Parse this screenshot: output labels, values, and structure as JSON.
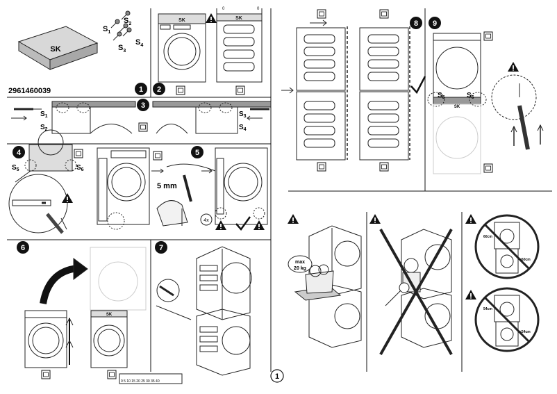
{
  "product": {
    "kit_label": "SK",
    "part_number": "2961460039"
  },
  "screws": {
    "s1": "S",
    "s1_sub": "1",
    "s2": "S",
    "s2_sub": "2",
    "s3": "S",
    "s3_sub": "3",
    "s4": "S",
    "s4_sub": "4"
  },
  "steps": {
    "s1": "1",
    "s2": "2",
    "s3": "3",
    "s4": "4",
    "s5": "5",
    "s6": "6",
    "s7": "7",
    "s8": "8",
    "s9": "9"
  },
  "labels": {
    "s5": "S",
    "s5_sub": "5",
    "s6": "S",
    "s6_sub": "6",
    "sk": "SK",
    "gap_mm": "5 mm",
    "count": "4x",
    "max_load_1": "max",
    "max_load_2": "20 kg",
    "w60": "60cm",
    "w60_lt": "<60cm",
    "w54": "54cm",
    "w54_lt": "<54cm",
    "dims_1": "0",
    "dims_2": "0",
    "scale": "0 5 10 15 20 25 30 35 40"
  },
  "page_number": "1",
  "icons": {
    "warning": "warning-triangle-icon",
    "check": "check-mark-icon",
    "prohibited": "prohibited-cross-icon"
  }
}
